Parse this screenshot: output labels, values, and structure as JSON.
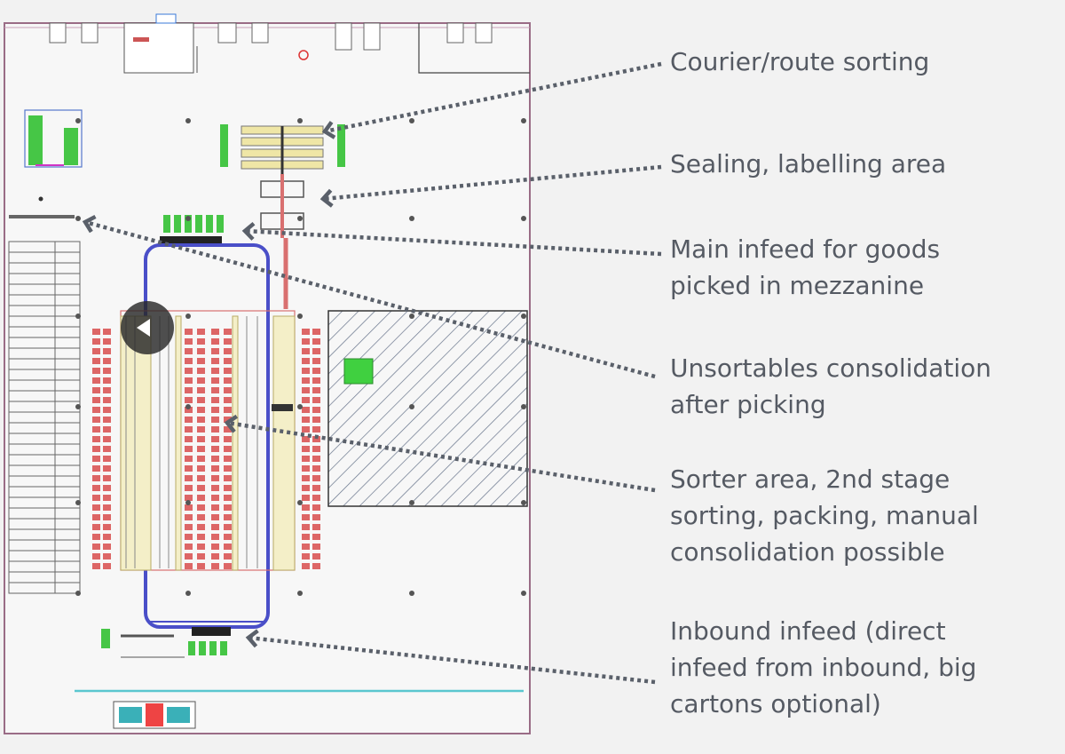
{
  "callouts": [
    {
      "id": "courier",
      "lines": [
        "Courier/route sorting"
      ]
    },
    {
      "id": "sealing",
      "lines": [
        "Sealing, labelling area"
      ]
    },
    {
      "id": "main-infeed",
      "lines": [
        "Main infeed for goods",
        "picked in mezzanine"
      ]
    },
    {
      "id": "unsortables",
      "lines": [
        "Unsortables consolidation",
        "after picking"
      ]
    },
    {
      "id": "sorter",
      "lines": [
        "Sorter area, 2nd stage",
        "sorting, packing, manual",
        "consolidation possible"
      ]
    },
    {
      "id": "inbound",
      "lines": [
        "Inbound infeed (direct",
        "infeed from inbound, big",
        "cartons optional)"
      ]
    }
  ],
  "controls": {
    "play_icon": "play-left-icon"
  },
  "colors": {
    "text": "#555a63",
    "arrow": "#5a606a",
    "wall": "#9a6c86",
    "conveyor": "#4a4fc8",
    "rack": "#d84c4c",
    "storage": "#46c646",
    "sort_table": "#efe6a6",
    "cyan_line": "#5ac7cf"
  }
}
